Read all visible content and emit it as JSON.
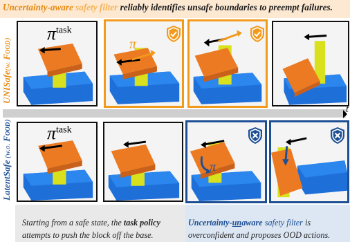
{
  "header": {
    "part1": "Uncertainty-aware",
    "part2": " safety filter",
    "part3": " reliably identifies unsafe boundaries to preempt failures."
  },
  "rows": {
    "top_label_a": "UNISafe",
    "top_label_b": "(w. ",
    "top_label_c": "Food",
    "top_label_d": ")",
    "bottom_label_a": "LatentSafe",
    "bottom_label_b": " (w.o. ",
    "bottom_label_c": "Food",
    "bottom_label_d": ")"
  },
  "policy_symbol": "π",
  "policy_superscript": "task",
  "time_axis_label": "t",
  "captions": {
    "left_prefix": "Starting from a safe state, the ",
    "left_bold": "task policy",
    "left_suffix": " attempts to push the block off the base.",
    "right_bold_pre": "Uncertainty-",
    "right_bold_un": "un",
    "right_bold_post": "aware",
    "right_mid": " safety filter",
    "right_rest": " is overconfident and proposes OOD actions."
  },
  "colors": {
    "orange_accent": "#f29a1c",
    "blue_accent": "#1d4f95",
    "block_orange": "#ec7a22",
    "base_blue": "#1f6fd9",
    "robot_yellow": "#d9e11f"
  },
  "icons": [
    "shield-check-icon",
    "shield-x-icon",
    "arrow-icon"
  ]
}
